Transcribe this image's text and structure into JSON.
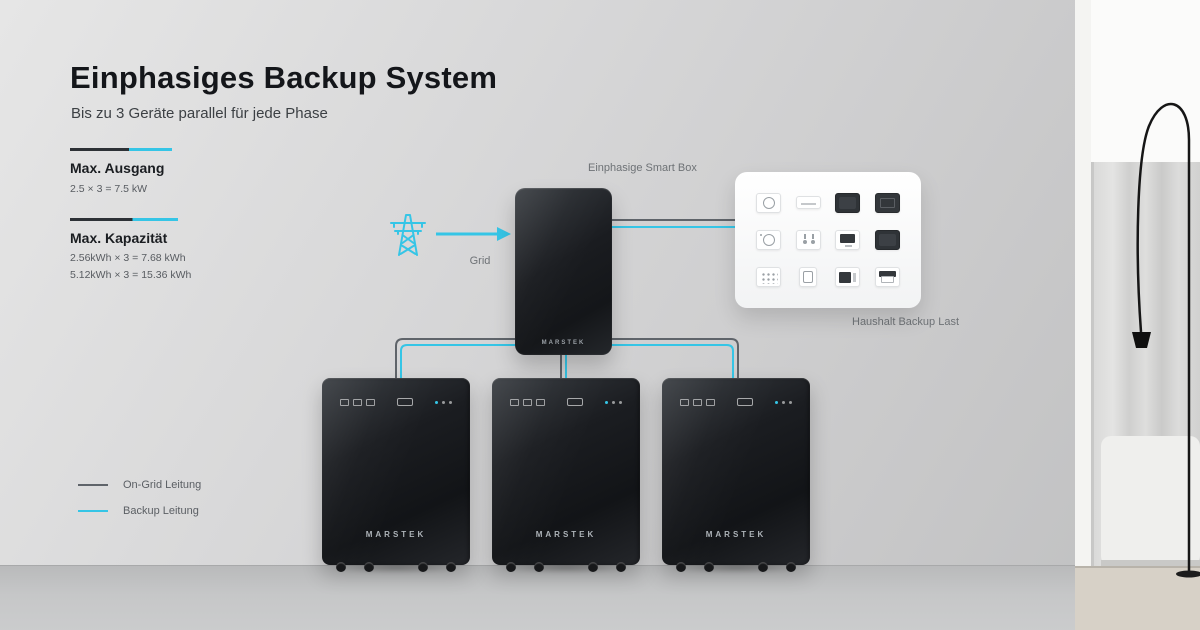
{
  "header": {
    "title": "Einphasiges Backup System",
    "subtitle": "Bis zu 3 Geräte parallel für jede Phase"
  },
  "specs": [
    {
      "heading": "Max. Ausgang",
      "lines": [
        "2.5 × 3 = 7.5 kW"
      ]
    },
    {
      "heading": "Max. Kapazität",
      "lines": [
        "2.56kWh × 3 = 7.68 kWh",
        "5.12kWh × 3 = 15.36 kWh"
      ]
    }
  ],
  "diagram": {
    "grid_label": "Grid",
    "smart_box_label": "Einphasige Smart Box",
    "load_label": "Haushalt Backup Last",
    "brand": "MARSTEK",
    "appliances": [
      "washing-machine",
      "air-conditioner",
      "tv",
      "oven",
      "dishwasher",
      "router",
      "monitor",
      "screen",
      "remote-control",
      "kettle",
      "microwave",
      "printer"
    ]
  },
  "legend": {
    "items": [
      {
        "label": "On-Grid Leitung",
        "color": "#5f646a"
      },
      {
        "label": "Backup Leitung",
        "color": "#35c5e6"
      }
    ]
  },
  "colors": {
    "accent": "#35c5e6",
    "ongrid": "#5f646a"
  }
}
